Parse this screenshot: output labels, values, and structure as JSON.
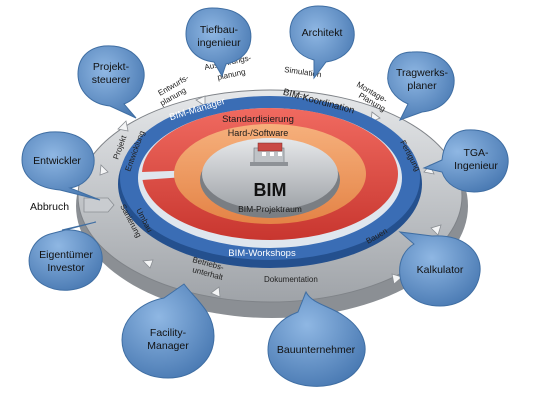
{
  "center": {
    "title": "BIM",
    "subtitle": "BIM-Projektraum",
    "hardsoftware": "Hard-/Software",
    "standardisierung": "Standardisierung"
  },
  "blue_ring": {
    "manager": "BIM-Manager",
    "koordination": "BIM-Koordination",
    "workshops": "BIM-Workshops"
  },
  "phases": {
    "entwurfsplanung_1": "Entwurfs-",
    "entwurfsplanung_2": "planung",
    "ausfuehrungsplanung_1": "Ausführungs-",
    "ausfuehrungsplanung_2": "planung",
    "simulation": "Simulation",
    "montageplanung_1": "Montage-",
    "montageplanung_2": "Planung",
    "fertigung": "Fertigung",
    "bauen": "Bauen",
    "dokumentation": "Dokumentation",
    "betrieb_1": "Betriebs-",
    "betrieb_2": "unterhalt",
    "umbau_1": "Umbau",
    "umbau_2": "Sanierung",
    "projektentwicklung_1": "Projekt",
    "projektentwicklung_2": "Entwicklung",
    "abbruch": "Abbruch"
  },
  "stakeholders": {
    "tiefbau_1": "Tiefbau-",
    "tiefbau_2": "ingenieur",
    "architekt": "Architekt",
    "projektsteuerer_1": "Projekt-",
    "projektsteuerer_2": "steuerer",
    "tragwerk_1": "Tragwerks-",
    "tragwerk_2": "planer",
    "entwickler": "Entwickler",
    "tga_1": "TGA-",
    "tga_2": "Ingenieur",
    "eigentuemer_1": "Eigentümer",
    "eigentuemer_2": "Investor",
    "kalkulator": "Kalkulator",
    "facility_1": "Facility-",
    "facility_2": "Manager",
    "bauunternehmer": "Bauunternehmer"
  },
  "colors": {
    "bubble": "#5f8fc4",
    "bubble_edge": "#3f6ea3",
    "ring_grey": "#c9ccd0",
    "ring_blue": "#3a6db5",
    "ring_red": "#e0524a",
    "ring_orange": "#ee9a62",
    "ring_green": "#2e8a45"
  }
}
